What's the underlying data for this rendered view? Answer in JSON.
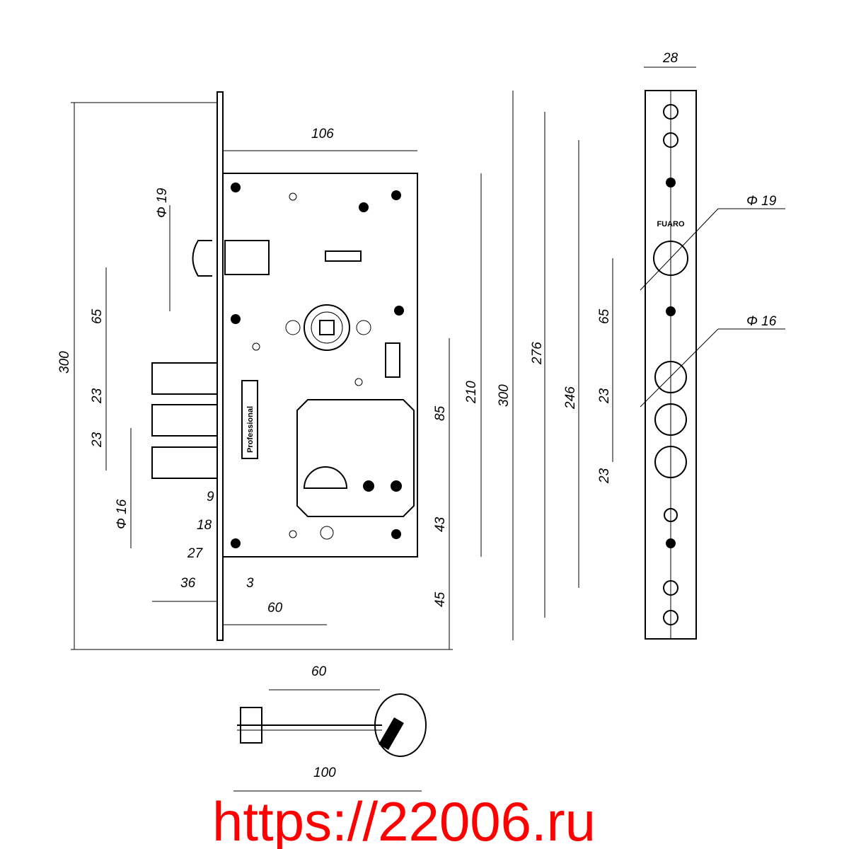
{
  "title": "Mortise lock technical drawing",
  "watermark": "https://22006.ru",
  "labels": {
    "brand": "FUARO",
    "series": "Professional"
  },
  "dimensions": {
    "body_width": "106",
    "latch_dia": "Φ 19",
    "latch_to_bolt": "65",
    "total_height": "300",
    "bolt_pitch_1": "23",
    "bolt_pitch_2": "23",
    "bolt_dia": "Φ 16",
    "d9": "9",
    "d18": "18",
    "d27": "27",
    "d36": "36",
    "d3": "3",
    "backset": "60",
    "d85": "85",
    "body_height": "210",
    "d43": "43",
    "d45": "45",
    "faceplate_height": "300",
    "d276": "276",
    "d246": "246",
    "fp_65": "65",
    "fp_23a": "23",
    "fp_23b": "23",
    "fp_latch_dia": "Φ 19",
    "fp_bolt_dia": "Φ 16",
    "faceplate_width": "28",
    "key_60": "60",
    "key_100": "100"
  }
}
